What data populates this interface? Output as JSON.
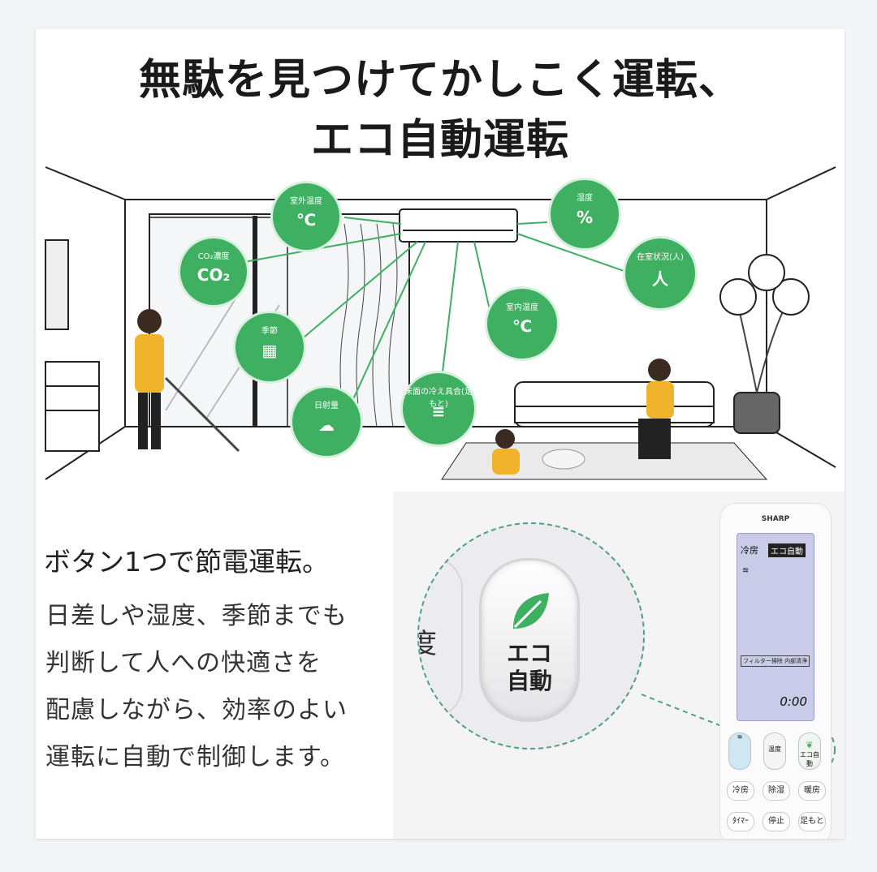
{
  "title": {
    "line1": "無駄を見つけてかしこく運転、",
    "line2": "エコ自動運転"
  },
  "bubbles": [
    {
      "label": "室外温度",
      "symbol": "℃",
      "icon": "thermometer-sun-icon"
    },
    {
      "label": "湿度",
      "symbol": "%",
      "icon": "humidity-icon"
    },
    {
      "label": "CO₂濃度",
      "symbol": "CO₂",
      "icon": "co2-icon"
    },
    {
      "label": "在室状況(人)",
      "symbol": "人",
      "icon": "person-room-icon"
    },
    {
      "label": "季節",
      "symbol": "▦",
      "icon": "calendar-icon"
    },
    {
      "label": "室内温度",
      "symbol": "℃",
      "icon": "house-thermometer-icon"
    },
    {
      "label": "日射量",
      "symbol": "☁",
      "icon": "sun-cloud-icon"
    },
    {
      "label": "床面の冷え具合(足もと)",
      "symbol": "≡",
      "icon": "floor-icon"
    }
  ],
  "feature": {
    "headline": "ボタン1つで節電運転。",
    "lines": [
      "日差しや湿度、季節までも",
      "判断して人への快適さを",
      "配慮しながら、効率のよい",
      "運転に自動で制御します。"
    ]
  },
  "remote": {
    "brand": "SHARP",
    "screen_mode": "冷房",
    "screen_eco": "エコ自動",
    "screen_info": "フィルター掃除 内部清浄",
    "screen_time": "0:00",
    "oval_buttons": [
      "温度",
      "エコ自動"
    ],
    "row1": [
      "冷房",
      "除湿",
      "暖房"
    ],
    "row2": [
      "ﾀｲﾏｰ",
      "停止",
      "足もと"
    ]
  },
  "zoom": {
    "eco_label_line1": "エコ",
    "eco_label_line2": "自動",
    "side_label": "度"
  },
  "colors": {
    "green": "#3fb062",
    "dashed": "#4f9e86"
  }
}
